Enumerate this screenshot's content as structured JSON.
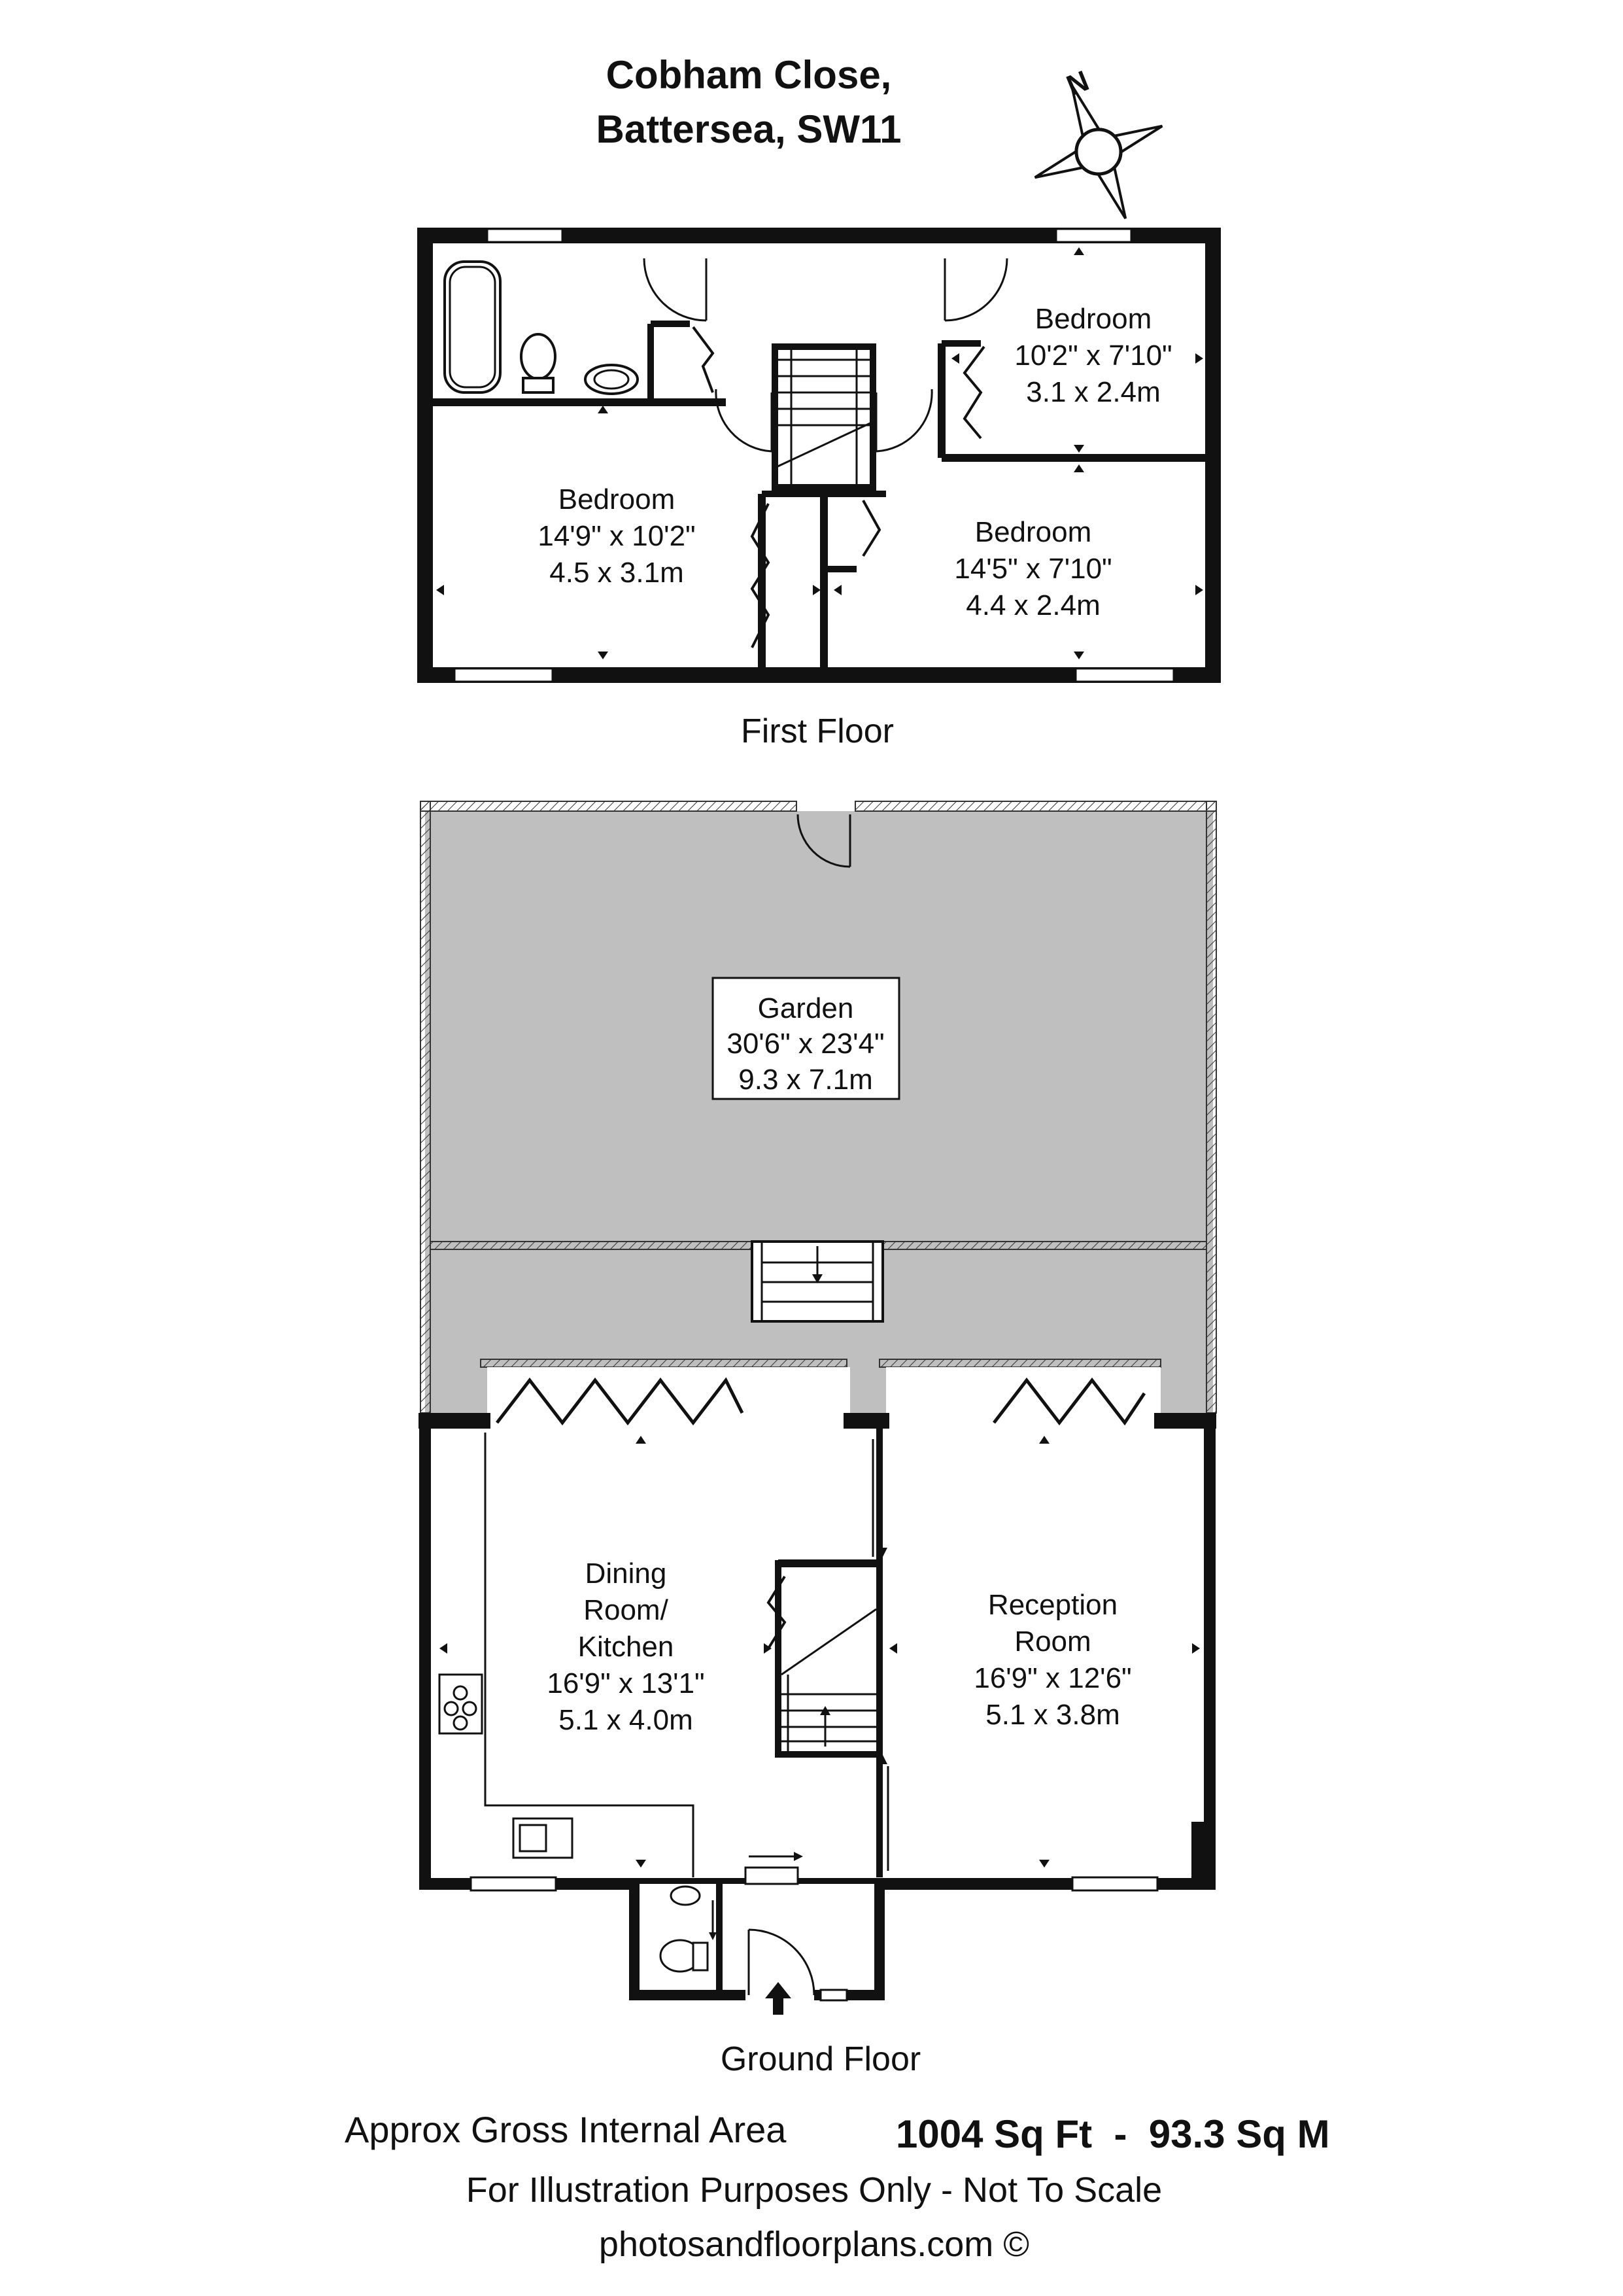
{
  "header": {
    "line1": "Cobham Close,",
    "line2": "Battersea, SW11"
  },
  "compass": {
    "label": "N"
  },
  "first_floor": {
    "label": "First Floor",
    "bedroom_small": {
      "name": "Bedroom",
      "imperial": "10'2\" x 7'10\"",
      "metric": "3.1 x 2.4m"
    },
    "bedroom_left": {
      "name": "Bedroom",
      "imperial": "14'9\" x 10'2\"",
      "metric": "4.5 x 3.1m"
    },
    "bedroom_right": {
      "name": "Bedroom",
      "imperial": "14'5\" x 7'10\"",
      "metric": "4.4 x 2.4m"
    }
  },
  "ground_floor": {
    "label": "Ground Floor",
    "garden": {
      "name": "Garden",
      "imperial": "30'6\" x 23'4\"",
      "metric": "9.3 x 7.1m"
    },
    "dining": {
      "name1": "Dining",
      "name2": "Room/",
      "name3": "Kitchen",
      "imperial": "16'9\" x 13'1\"",
      "metric": "5.1 x 4.0m"
    },
    "reception": {
      "name1": "Reception",
      "name2": "Room",
      "imperial": "16'9\" x 12'6\"",
      "metric": "5.1 x 3.8m"
    }
  },
  "footer": {
    "area_label": "Approx Gross Internal Area",
    "area_value": "1004 Sq Ft  -  93.3 Sq M",
    "disclaimer": "For Illustration Purposes Only - Not To Scale",
    "credit": "photosandfloorplans.com ©"
  }
}
